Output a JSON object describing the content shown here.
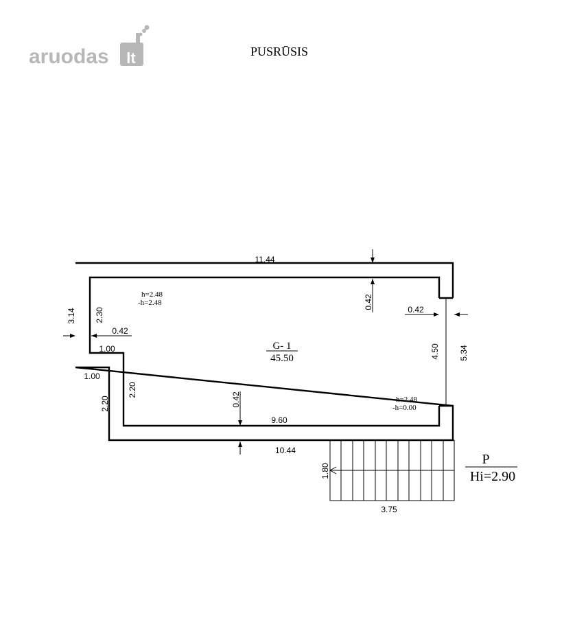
{
  "logo": {
    "text": "aruodas",
    "suffix": "lt",
    "color": "#b7b7b7"
  },
  "title": "PUSRŪSIS",
  "room": {
    "id": "G- 1",
    "area": "45.50"
  },
  "heights": {
    "top": {
      "h": "h=2.48",
      "neg_h": "-h=2.48"
    },
    "bottom": {
      "h": "h=2.48",
      "neg_h": "-h=0.00"
    }
  },
  "dimensions": {
    "outer_top": "11.44",
    "outer_bottom": "10.44",
    "inner_bottom": "9.60",
    "wall_top": "0.42",
    "wall_bottom": "0.42",
    "wall_right": "0.42",
    "wall_left": "0.42",
    "left_outer_upper": "3.14",
    "left_inner_upper": "2.30",
    "step_inner": "1.00",
    "step_outer": "1.00",
    "left_inner_lower": "2.20",
    "left_outer_lower": "2.20",
    "right_inner": "4.50",
    "right_outer": "5.34",
    "stair_height": "1.80",
    "stair_width": "3.75"
  },
  "stair": {
    "steps": 11
  },
  "level": {
    "name": "P",
    "height": "Hi=2.90"
  }
}
